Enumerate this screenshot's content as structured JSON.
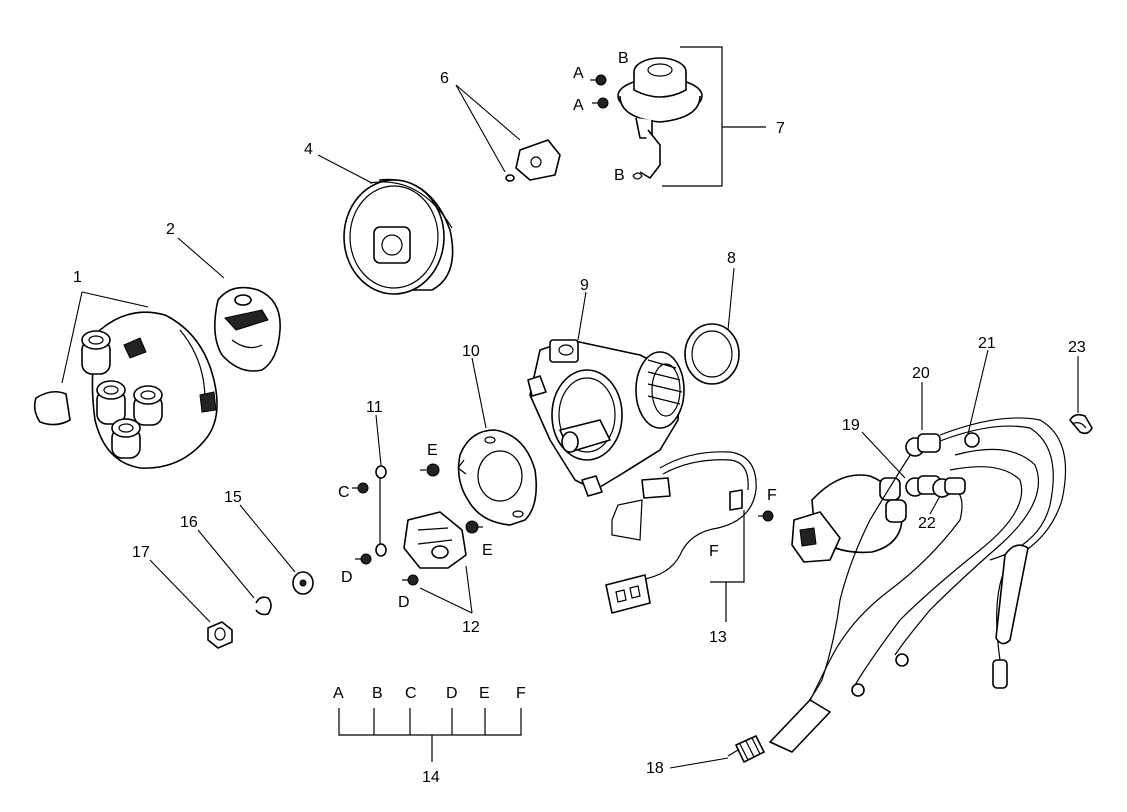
{
  "diagram": {
    "callouts": {
      "n1": "1",
      "n2": "2",
      "n4": "4",
      "n6": "6",
      "n7": "7",
      "n8": "8",
      "n9": "9",
      "n10": "10",
      "n11": "11",
      "n12": "12",
      "n13": "13",
      "n14": "14",
      "n15": "15",
      "n16": "16",
      "n17": "17",
      "n18": "18",
      "n19": "19",
      "n20": "20",
      "n21": "21",
      "n22": "22",
      "n23": "23"
    },
    "letters": {
      "a1": "A",
      "a2": "A",
      "b1": "B",
      "b2": "B",
      "c1": "C",
      "d1": "D",
      "d2": "D",
      "e1": "E",
      "e2": "E",
      "f1": "F",
      "f2": "F"
    },
    "kit_legend": {
      "labels": [
        "A",
        "B",
        "C",
        "D",
        "E",
        "F"
      ],
      "number": "14"
    }
  }
}
